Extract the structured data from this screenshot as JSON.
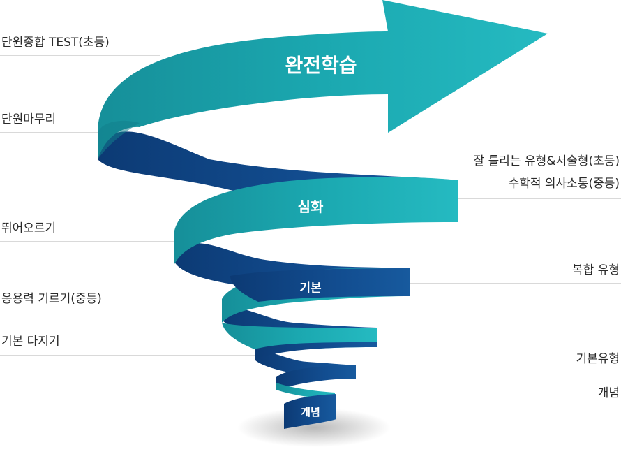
{
  "left_labels": [
    {
      "text": "단원종합 TEST(초등)"
    },
    {
      "text": "단원마무리"
    },
    {
      "text": "뛰어오르기"
    },
    {
      "text": "응용력 기르기(중등)"
    },
    {
      "text": "기본 다지기"
    }
  ],
  "right_labels": [
    {
      "text": "잘 틀리는 유형&서술형(초등)"
    },
    {
      "text": "수학적 의사소통(중등)"
    },
    {
      "text": "복합 유형"
    },
    {
      "text": "기본유형"
    },
    {
      "text": "개념"
    }
  ],
  "stages": {
    "top": "완전학습",
    "advanced": "심화",
    "basic": "기본",
    "concept": "개념"
  },
  "colors": {
    "teal": "#1aa5ad",
    "teal_light": "#22b8bf",
    "navy": "#0e3f7e",
    "navy_light": "#15589a",
    "line": "#d9d9d9"
  }
}
